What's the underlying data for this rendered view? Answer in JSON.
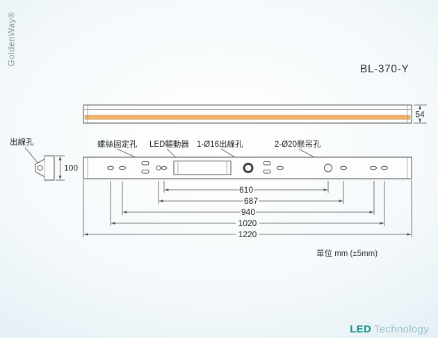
{
  "header": {
    "brand": "GoldenWay®",
    "model": "BL-370-Y"
  },
  "labels": {
    "outlet_end": "出線孔",
    "screw_fix": "螺絲固定孔",
    "driver": "LED驅動器",
    "outlet_16": "1-Ø16出線孔",
    "hang_20": "2-Ø20懸吊孔"
  },
  "dimensions": {
    "side_height": "54",
    "end_height": "100",
    "d610": "610",
    "d687": "687",
    "d940": "940",
    "d1020": "1020",
    "d1220": "1220"
  },
  "footer": {
    "unit_note": "單位 mm (±5mm)",
    "logo_led": "LED",
    "logo_tech": "Technology"
  },
  "colors": {
    "strip_accent": "#f0b26c",
    "logo_led": "#13948b",
    "logo_tech": "#97bfca",
    "brand_text": "#84989f",
    "line": "#4d4d4d"
  }
}
